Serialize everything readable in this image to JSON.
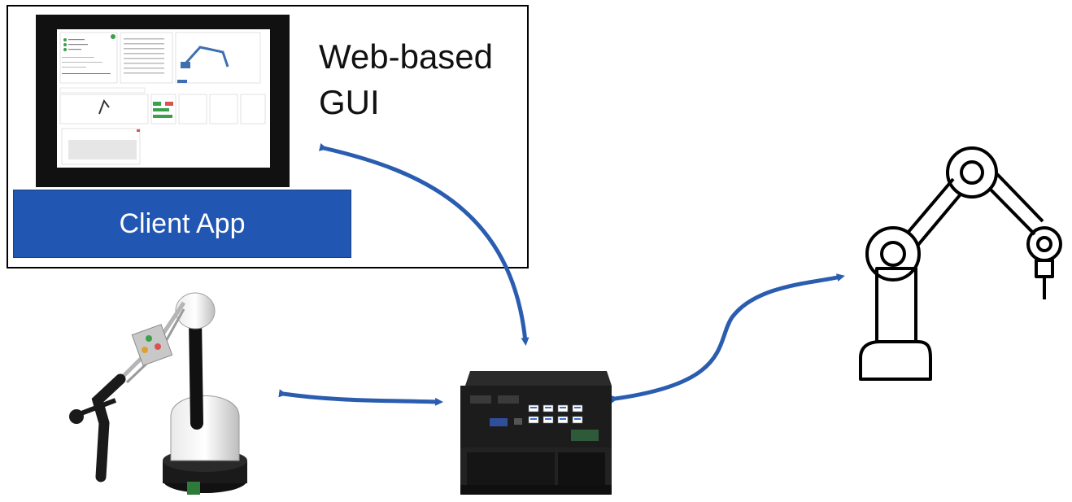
{
  "web_gui_label": "Web-based GUI",
  "web_gui_lines": [
    "Web-based",
    "GUI"
  ],
  "client_app_label": "Client App",
  "colors": {
    "arrow": "#2a5db0",
    "client_button": "#2256b3",
    "client_text": "#ffffff",
    "screen_bezel": "#111111"
  },
  "icons": {
    "screen": "monitor-screenshot-icon",
    "haptic": "haptic-device-icon",
    "controller": "industrial-pc-icon",
    "robot": "robot-arm-icon"
  }
}
